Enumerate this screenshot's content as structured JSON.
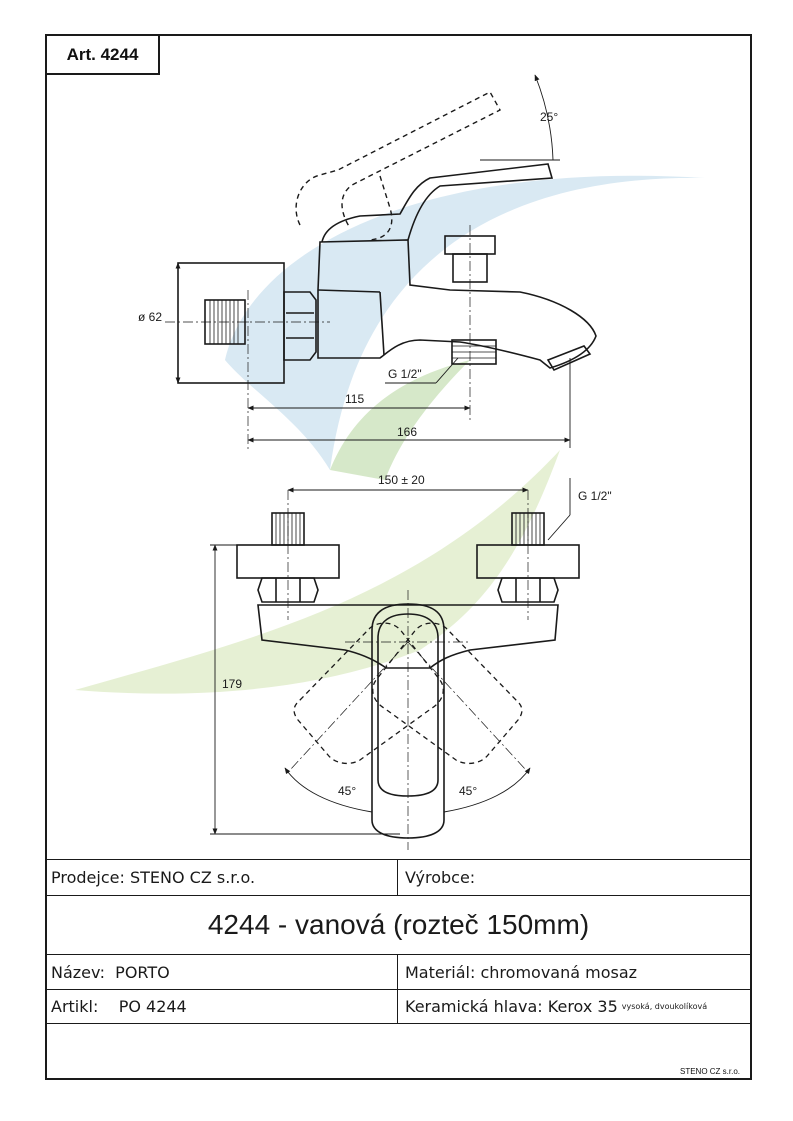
{
  "article_label": "Art. 4244",
  "dimensions": {
    "diameter": "ø 62",
    "len_115": "115",
    "len_166": "166",
    "thread_side": "G 1/2\"",
    "thread_top": "G 1/2\"",
    "spacing": "150 ± 20",
    "height": "179",
    "angle_top": "25°",
    "angle_left": "45°",
    "angle_right": "45°"
  },
  "title_block": {
    "seller_label": "Prodejce:",
    "seller_value": "STENO CZ s.r.o.",
    "manufacturer_label": "Výrobce:",
    "manufacturer_value": "",
    "product_title": "4244 - vanová (rozteč 150mm)",
    "name_label": "Název:",
    "name_value": "PORTO",
    "material_label": "Materiál:",
    "material_value": "chromovaná mosaz",
    "article_label": "Artikl:",
    "article_value": "PO 4244",
    "cartridge_label": "Keramická hlava:",
    "cartridge_value": "Kerox 35",
    "cartridge_note": "vysoká, dvoukolíková",
    "footer": "STENO CZ s.r.o."
  },
  "colors": {
    "line": "#1a1a1a",
    "watermark_blue": "#d9e9f3",
    "watermark_green": "#e6f0d4"
  }
}
